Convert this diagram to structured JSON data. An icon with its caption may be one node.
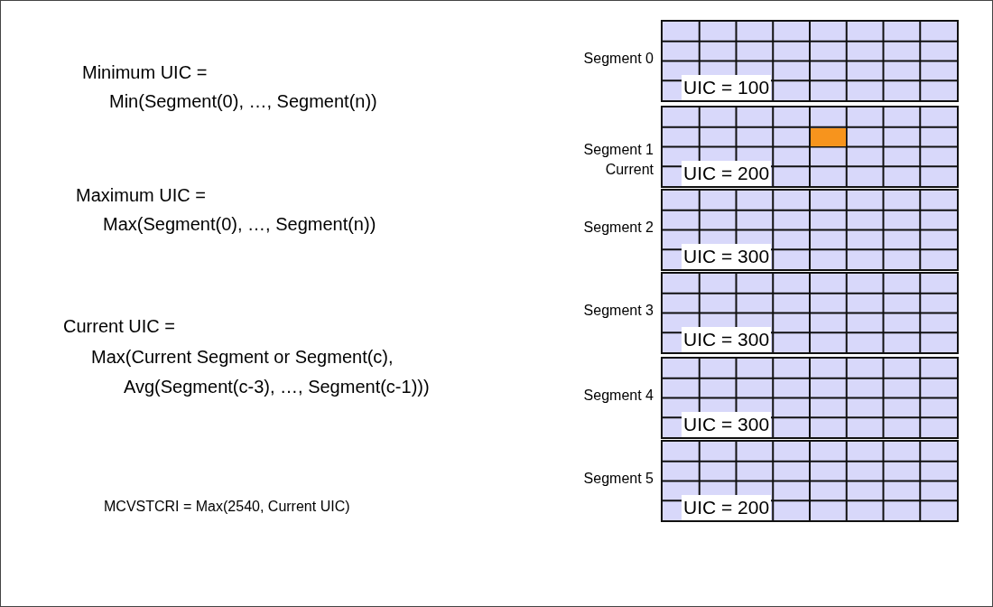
{
  "diagram": {
    "nodes": [
      {
        "text": [
          "UIC = 100"
        ],
        "beside": [
          "Segment 0"
        ]
      },
      {
        "text": [
          "UIC = 200"
        ],
        "beside": [
          "Segment 1",
          "Current"
        ]
      },
      {
        "text": [
          "UIC = 300"
        ],
        "beside": [
          "Segment 2"
        ]
      },
      {
        "text": [
          "UIC = 300"
        ],
        "beside": [
          "Segment 3"
        ]
      },
      {
        "text": [
          "UIC = 300"
        ],
        "beside": [
          "Segment 4"
        ]
      },
      {
        "text": [
          "UIC = 200"
        ],
        "beside": [
          "Segment 5"
        ]
      },
      {
        "text": [],
        "shape": "box",
        "in": 1
      }
    ],
    "edges": [],
    "labels": [
      "Minimum UIC =",
      "Min(Segment(0), …, Segment(n))",
      "Maximum UIC =",
      "Max(Segment(0), …, Segment(n))",
      "Current UIC =",
      "Max(Current Segment or Segment(c),",
      "Avg(Segment(c-3), …, Segment(c-1)))",
      "MCVSTCRI = Max(2540, Current UIC)"
    ]
  }
}
